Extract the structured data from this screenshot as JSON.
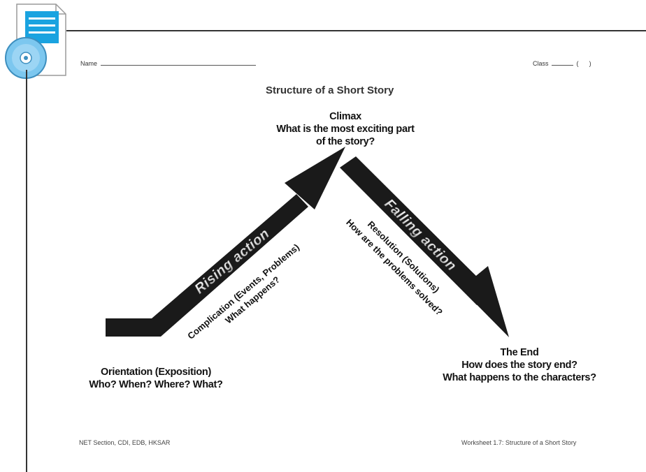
{
  "header": {
    "name_label": "Name",
    "class_label": "Class",
    "class_paren_open": "(",
    "class_paren_close": ")"
  },
  "title": "Structure of a Short Story",
  "climax": {
    "heading": "Climax",
    "line1": "What is the most exciting part",
    "line2": "of the story?"
  },
  "rising": {
    "label": "Rising action",
    "complication_line1": "Complication (Events, Problems)",
    "complication_line2": "What happens?"
  },
  "falling": {
    "label": "Falling action",
    "resolution_line1": "Resolution (Solutions)",
    "resolution_line2": "How are the problems solved?"
  },
  "orientation": {
    "line1": "Orientation (Exposition)",
    "line2": "Who? When? Where? What?"
  },
  "the_end": {
    "heading": "The End",
    "line1": "How does the story end?",
    "line2": "What happens to the characters?"
  },
  "footer": {
    "left": "NET Section, CDI, EDB, HKSAR",
    "right": "Worksheet 1.7: Structure of a Short Story"
  },
  "colors": {
    "arrow": "#1a1a1a",
    "icon_blue": "#1aa3e0",
    "icon_disc": "#7cc7ef"
  }
}
